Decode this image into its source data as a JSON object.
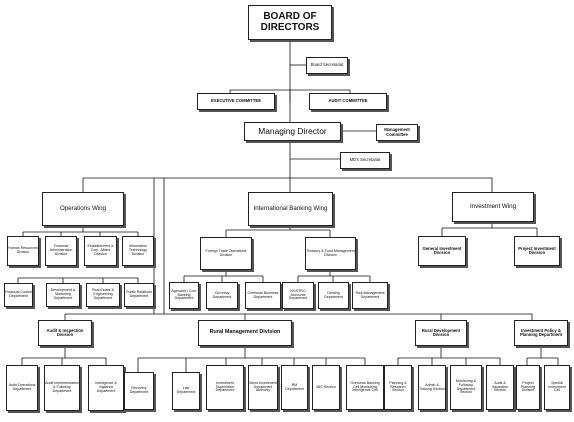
{
  "chart": {
    "board": "BOARD OF DIRECTORS",
    "board_secretariat": "Board Secretariat",
    "executive_committee": "EXECUTIVE COMMITTEE",
    "audit_committee": "AUDIT COMMITTEE",
    "managing_director": "Managing Director",
    "management_committee": "Management Committee",
    "md_secretariat": "MD's Secretariat",
    "wings": {
      "operations": "Operations Wing",
      "international": "International Banking Wing",
      "investment": "Investment Wing"
    },
    "operations_units": [
      "Human Resources Division",
      "Financial Administration Division",
      "Establishment & Corp. Affairs Division",
      "Information Technology Division",
      "Financial Control Department",
      "Development & Marketing Department",
      "Real Estate & Engineering Department",
      "Public Relations Department"
    ],
    "international_units": {
      "foreign_trade": "Foreign Trade Operations Division",
      "treasury": "Treasury & Fund Management Division",
      "foreign_trade_children": [
        "Agencies / Corr. Banking Department",
        "Currency Department",
        "Overseas Business Department"
      ],
      "treasury_children": [
        "NOSTRO Accounts Department",
        "Dealing Department",
        "Risk Management Department"
      ]
    },
    "investment_units": {
      "general": "General Investment Division",
      "project": "Project Investment Division"
    },
    "lower_divisions": {
      "audit": "Audit & Inspection Division",
      "rural": "Rural Management Division",
      "rural_dev": "Rural Development Division",
      "policy": "Investment Policy & Planning Department"
    },
    "audit_children": [
      "Audit Operations Department",
      "Audit Implementation & Followup Department",
      "Intelligence & Vigilance Department"
    ],
    "rural_children": [
      "Recovery Department",
      "Law Department",
      "Investment Supervision Department",
      "Micro Investment Department Authority",
      "RM Department",
      "MIS Section",
      "Overseas Banking Cell Monitoring Intelligence Cell"
    ],
    "rural_dev_children": [
      "Planning & Research Section",
      "Admin & Training Section",
      "Monitoring & Followup Department Section",
      "Audit & Inspection Section"
    ],
    "policy_children": [
      "Project Planning Division",
      "Special Investment Cell"
    ]
  }
}
